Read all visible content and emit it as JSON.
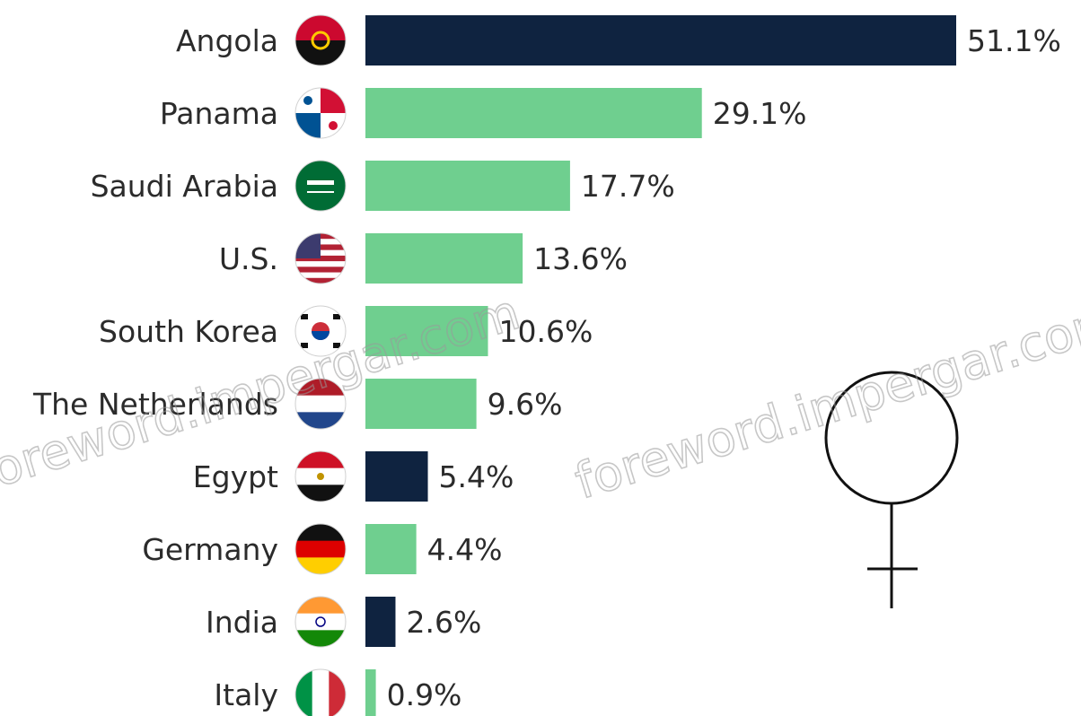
{
  "chart_data": {
    "type": "bar",
    "orientation": "horizontal",
    "categories": [
      "Angola",
      "Panama",
      "Saudi Arabia",
      "U.S.",
      "South Korea",
      "The Netherlands",
      "Egypt",
      "Germany",
      "India",
      "Italy"
    ],
    "values": [
      51.1,
      29.1,
      17.7,
      13.6,
      10.6,
      9.6,
      5.4,
      4.4,
      2.6,
      0.9
    ],
    "value_labels": [
      "51.1%",
      "29.1%",
      "17.7%",
      "13.6%",
      "10.6%",
      "9.6%",
      "5.4%",
      "4.4%",
      "2.6%",
      "0.9%"
    ],
    "bar_colors": [
      "#0f2340",
      "#6fcf8f",
      "#6fcf8f",
      "#6fcf8f",
      "#6fcf8f",
      "#6fcf8f",
      "#0f2340",
      "#6fcf8f",
      "#0f2340",
      "#6fcf8f"
    ],
    "flag_icons": [
      "angola-flag-icon",
      "panama-flag-icon",
      "saudi-arabia-flag-icon",
      "us-flag-icon",
      "south-korea-flag-icon",
      "netherlands-flag-icon",
      "egypt-flag-icon",
      "germany-flag-icon",
      "india-flag-icon",
      "italy-flag-icon"
    ],
    "title": "",
    "xlabel": "",
    "ylabel": "",
    "xlim": [
      0,
      51.1
    ],
    "grid": false,
    "legend": "none"
  },
  "watermark": {
    "text": "foreword.impergar.com"
  },
  "decoration": {
    "icon": "venus-symbol-icon"
  },
  "colors": {
    "dark_bar": "#0f2340",
    "light_bar": "#6fcf8f"
  }
}
